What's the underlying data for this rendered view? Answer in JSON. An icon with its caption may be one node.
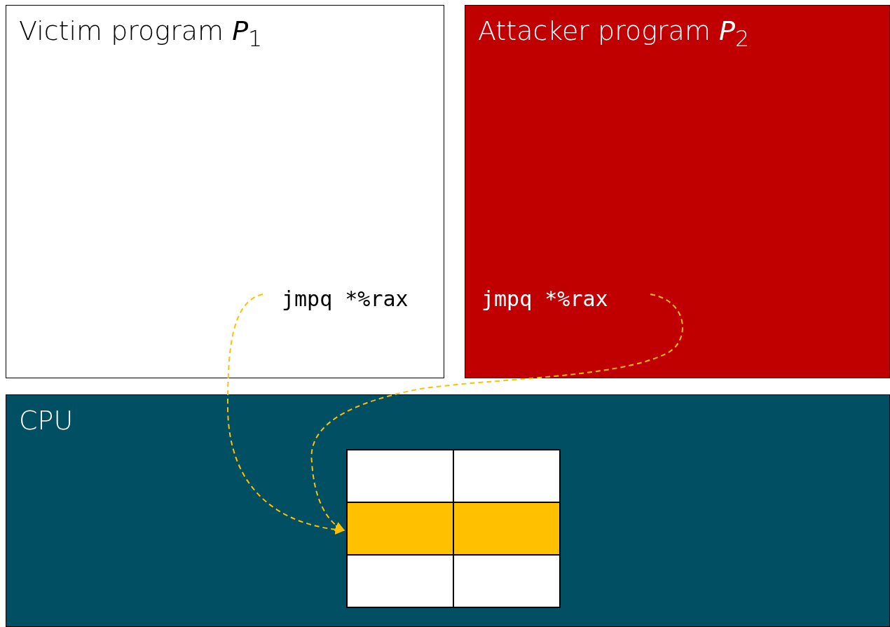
{
  "diagram": {
    "nodes": [
      {
        "text": [
          "Victim program *P*$_{1}$"
        ]
      },
      {
        "text": [
          "jmpq *%rax"
        ],
        "in": 0
      },
      {
        "text": [
          "Attacker program *P*$_{2}$"
        ]
      },
      {
        "text": [
          "jmpq *%rax"
        ],
        "in": 2
      },
      {
        "text": [
          "CPU"
        ]
      },
      {
        "text": [],
        "shape": "box",
        "in": 4
      },
      {
        "text": [],
        "shape": "box",
        "in": 4
      },
      {
        "text": [],
        "shape": "box",
        "in": 4
      },
      {
        "text": [],
        "shape": "box",
        "in": 4
      },
      {
        "text": [],
        "shape": "box",
        "in": 4
      },
      {
        "text": [],
        "shape": "box",
        "in": 4
      }
    ],
    "edges": [
      {
        "from": 1,
        "to": 7,
        "arrow": "to",
        "style": "dashed"
      },
      {
        "from": 3,
        "to": 7,
        "arrow": "to",
        "style": "dashed"
      }
    ]
  }
}
